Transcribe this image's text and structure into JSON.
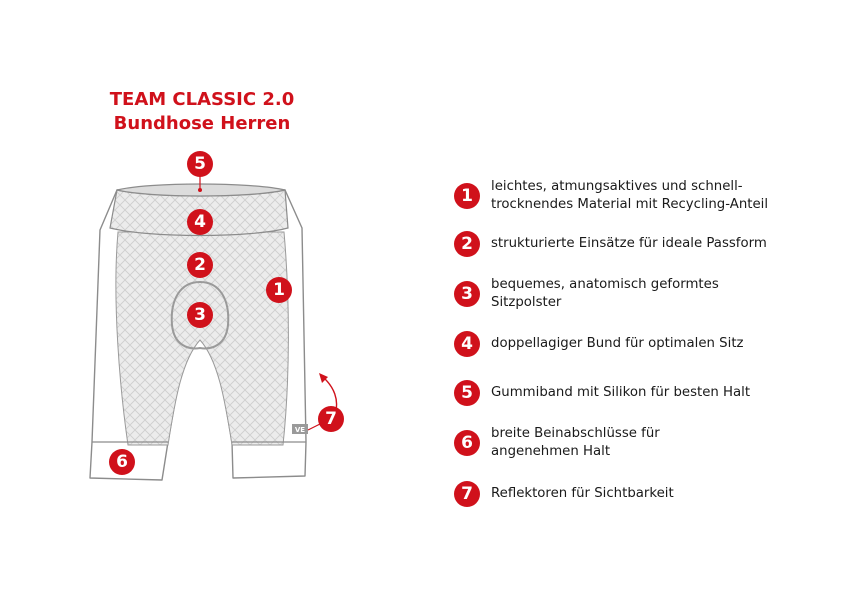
{
  "title": {
    "line1": "TEAM CLASSIC 2.0",
    "line2": "Bundhose Herren"
  },
  "colors": {
    "accent": "#d0111b",
    "mesh": "#e6e6e6",
    "outline": "#8c8c8c"
  },
  "markers": {
    "m1": "1",
    "m2": "2",
    "m3": "3",
    "m4": "4",
    "m5": "5",
    "m6": "6",
    "m7": "7"
  },
  "reflector_tag": "VE",
  "legend": [
    {
      "number": "1",
      "line1": "leichtes, atmungsaktives und schnell-",
      "line2": "trocknendes Material mit Recycling-Anteil"
    },
    {
      "number": "2",
      "line1": "strukturierte Einsätze für ideale Passform",
      "line2": ""
    },
    {
      "number": "3",
      "line1": "bequemes, anatomisch geformtes",
      "line2": "Sitzpolster"
    },
    {
      "number": "4",
      "line1": "doppellagiger Bund für optimalen Sitz",
      "line2": ""
    },
    {
      "number": "5",
      "line1": "Gummiband mit Silikon für besten Halt",
      "line2": ""
    },
    {
      "number": "6",
      "line1": "breite Beinabschlüsse für",
      "line2": "angenehmen Halt"
    },
    {
      "number": "7",
      "line1": "Reflektoren für Sichtbarkeit",
      "line2": ""
    }
  ]
}
